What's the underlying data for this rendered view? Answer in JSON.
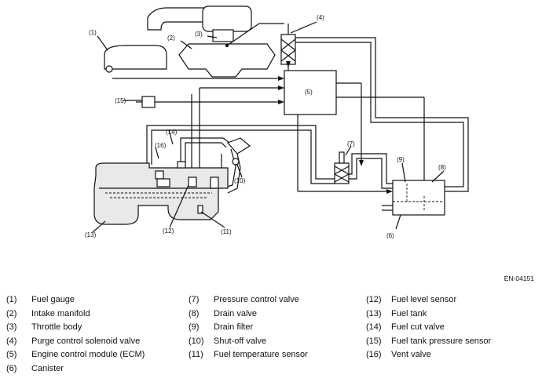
{
  "diagram": {
    "callouts": {
      "c1": "(1)",
      "c2": "(2)",
      "c3": "(3)",
      "c4": "(4)",
      "c5": "(5)",
      "c6": "(6)",
      "c7": "(7)",
      "c8": "(8)",
      "c9": "(9)",
      "c10": "(10)",
      "c11": "(11)",
      "c12": "(12)",
      "c13": "(13)",
      "c14": "(14)",
      "c15": "(15)",
      "c16": "(16)"
    }
  },
  "document_code": "EN-04151",
  "legend": {
    "columns": [
      [
        {
          "num": "(1)",
          "label": "Fuel gauge"
        },
        {
          "num": "(2)",
          "label": "Intake manifold"
        },
        {
          "num": "(3)",
          "label": "Throttle body"
        },
        {
          "num": "(4)",
          "label": "Purge control solenoid valve"
        },
        {
          "num": "(5)",
          "label": "Engine control module (ECM)"
        },
        {
          "num": "(6)",
          "label": "Canister"
        }
      ],
      [
        {
          "num": "(7)",
          "label": "Pressure control valve"
        },
        {
          "num": "(8)",
          "label": "Drain valve"
        },
        {
          "num": "(9)",
          "label": "Drain filter"
        },
        {
          "num": "(10)",
          "label": "Shut-off valve"
        },
        {
          "num": "(11)",
          "label": "Fuel temperature sensor"
        }
      ],
      [
        {
          "num": "(12)",
          "label": "Fuel level sensor"
        },
        {
          "num": "(13)",
          "label": "Fuel tank"
        },
        {
          "num": "(14)",
          "label": "Fuel cut valve"
        },
        {
          "num": "(15)",
          "label": "Fuel tank pressure sensor"
        },
        {
          "num": "(16)",
          "label": "Vent valve"
        }
      ]
    ]
  }
}
